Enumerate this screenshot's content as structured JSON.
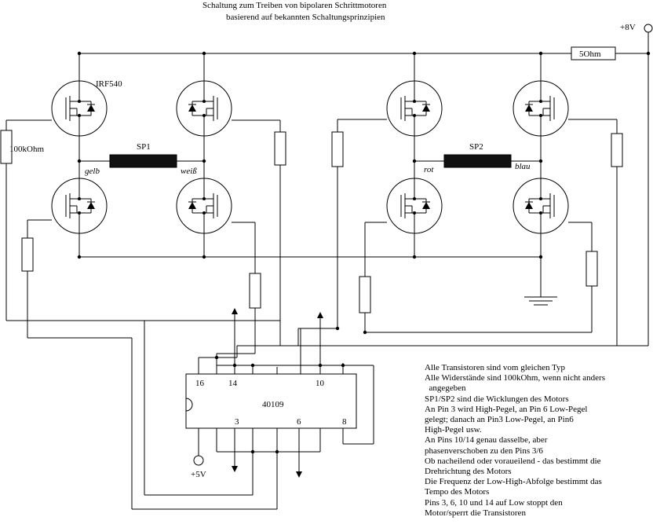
{
  "title": {
    "line1": "Schaltung zum Treiben von bipolaren Schrittmotoren",
    "line2": "basierend auf bekannten Schaltungsprinzipien"
  },
  "supply": {
    "plus8": "+8V",
    "plus5": "+5V"
  },
  "labels": {
    "resistor_5ohm": "5Ohm",
    "resistor_100k": "100kOhm",
    "transistor_type": "IRF540",
    "coil1": "SP1",
    "coil2": "SP2",
    "wire_gelb": "gelb",
    "wire_weiss": "weiß",
    "wire_rot": "rot",
    "wire_blau": "blau"
  },
  "chip": {
    "name": "40109",
    "pins": {
      "p16": "16",
      "p14": "14",
      "p10": "10",
      "p3": "3",
      "p6": "6",
      "p8": "8"
    }
  },
  "notes": [
    "Alle Transistoren sind vom gleichen Typ",
    "Alle Widerstände sind 100kOhm, wenn nicht anders",
    "  angegeben",
    "SP1/SP2 sind die Wicklungen des Motors",
    "An Pin 3 wird High-Pegel, an Pin 6 Low-Pegel",
    "gelegt; danach an Pin3 Low-Pegel, an Pin6",
    "High-Pegel usw.",
    "An Pins 10/14 genau dasselbe, aber",
    "phasenverschoben zu den Pins 3/6",
    "Ob nacheilend oder voraueilend - das bestimmt die",
    "Drehrichtung des Motors",
    "Die Frequenz der Low-High-Abfolge bestimmt das",
    "Tempo des Motors",
    "Pins 3, 6, 10 und 14 auf Low stoppt den",
    "Motor/sperrt die Transistoren"
  ]
}
